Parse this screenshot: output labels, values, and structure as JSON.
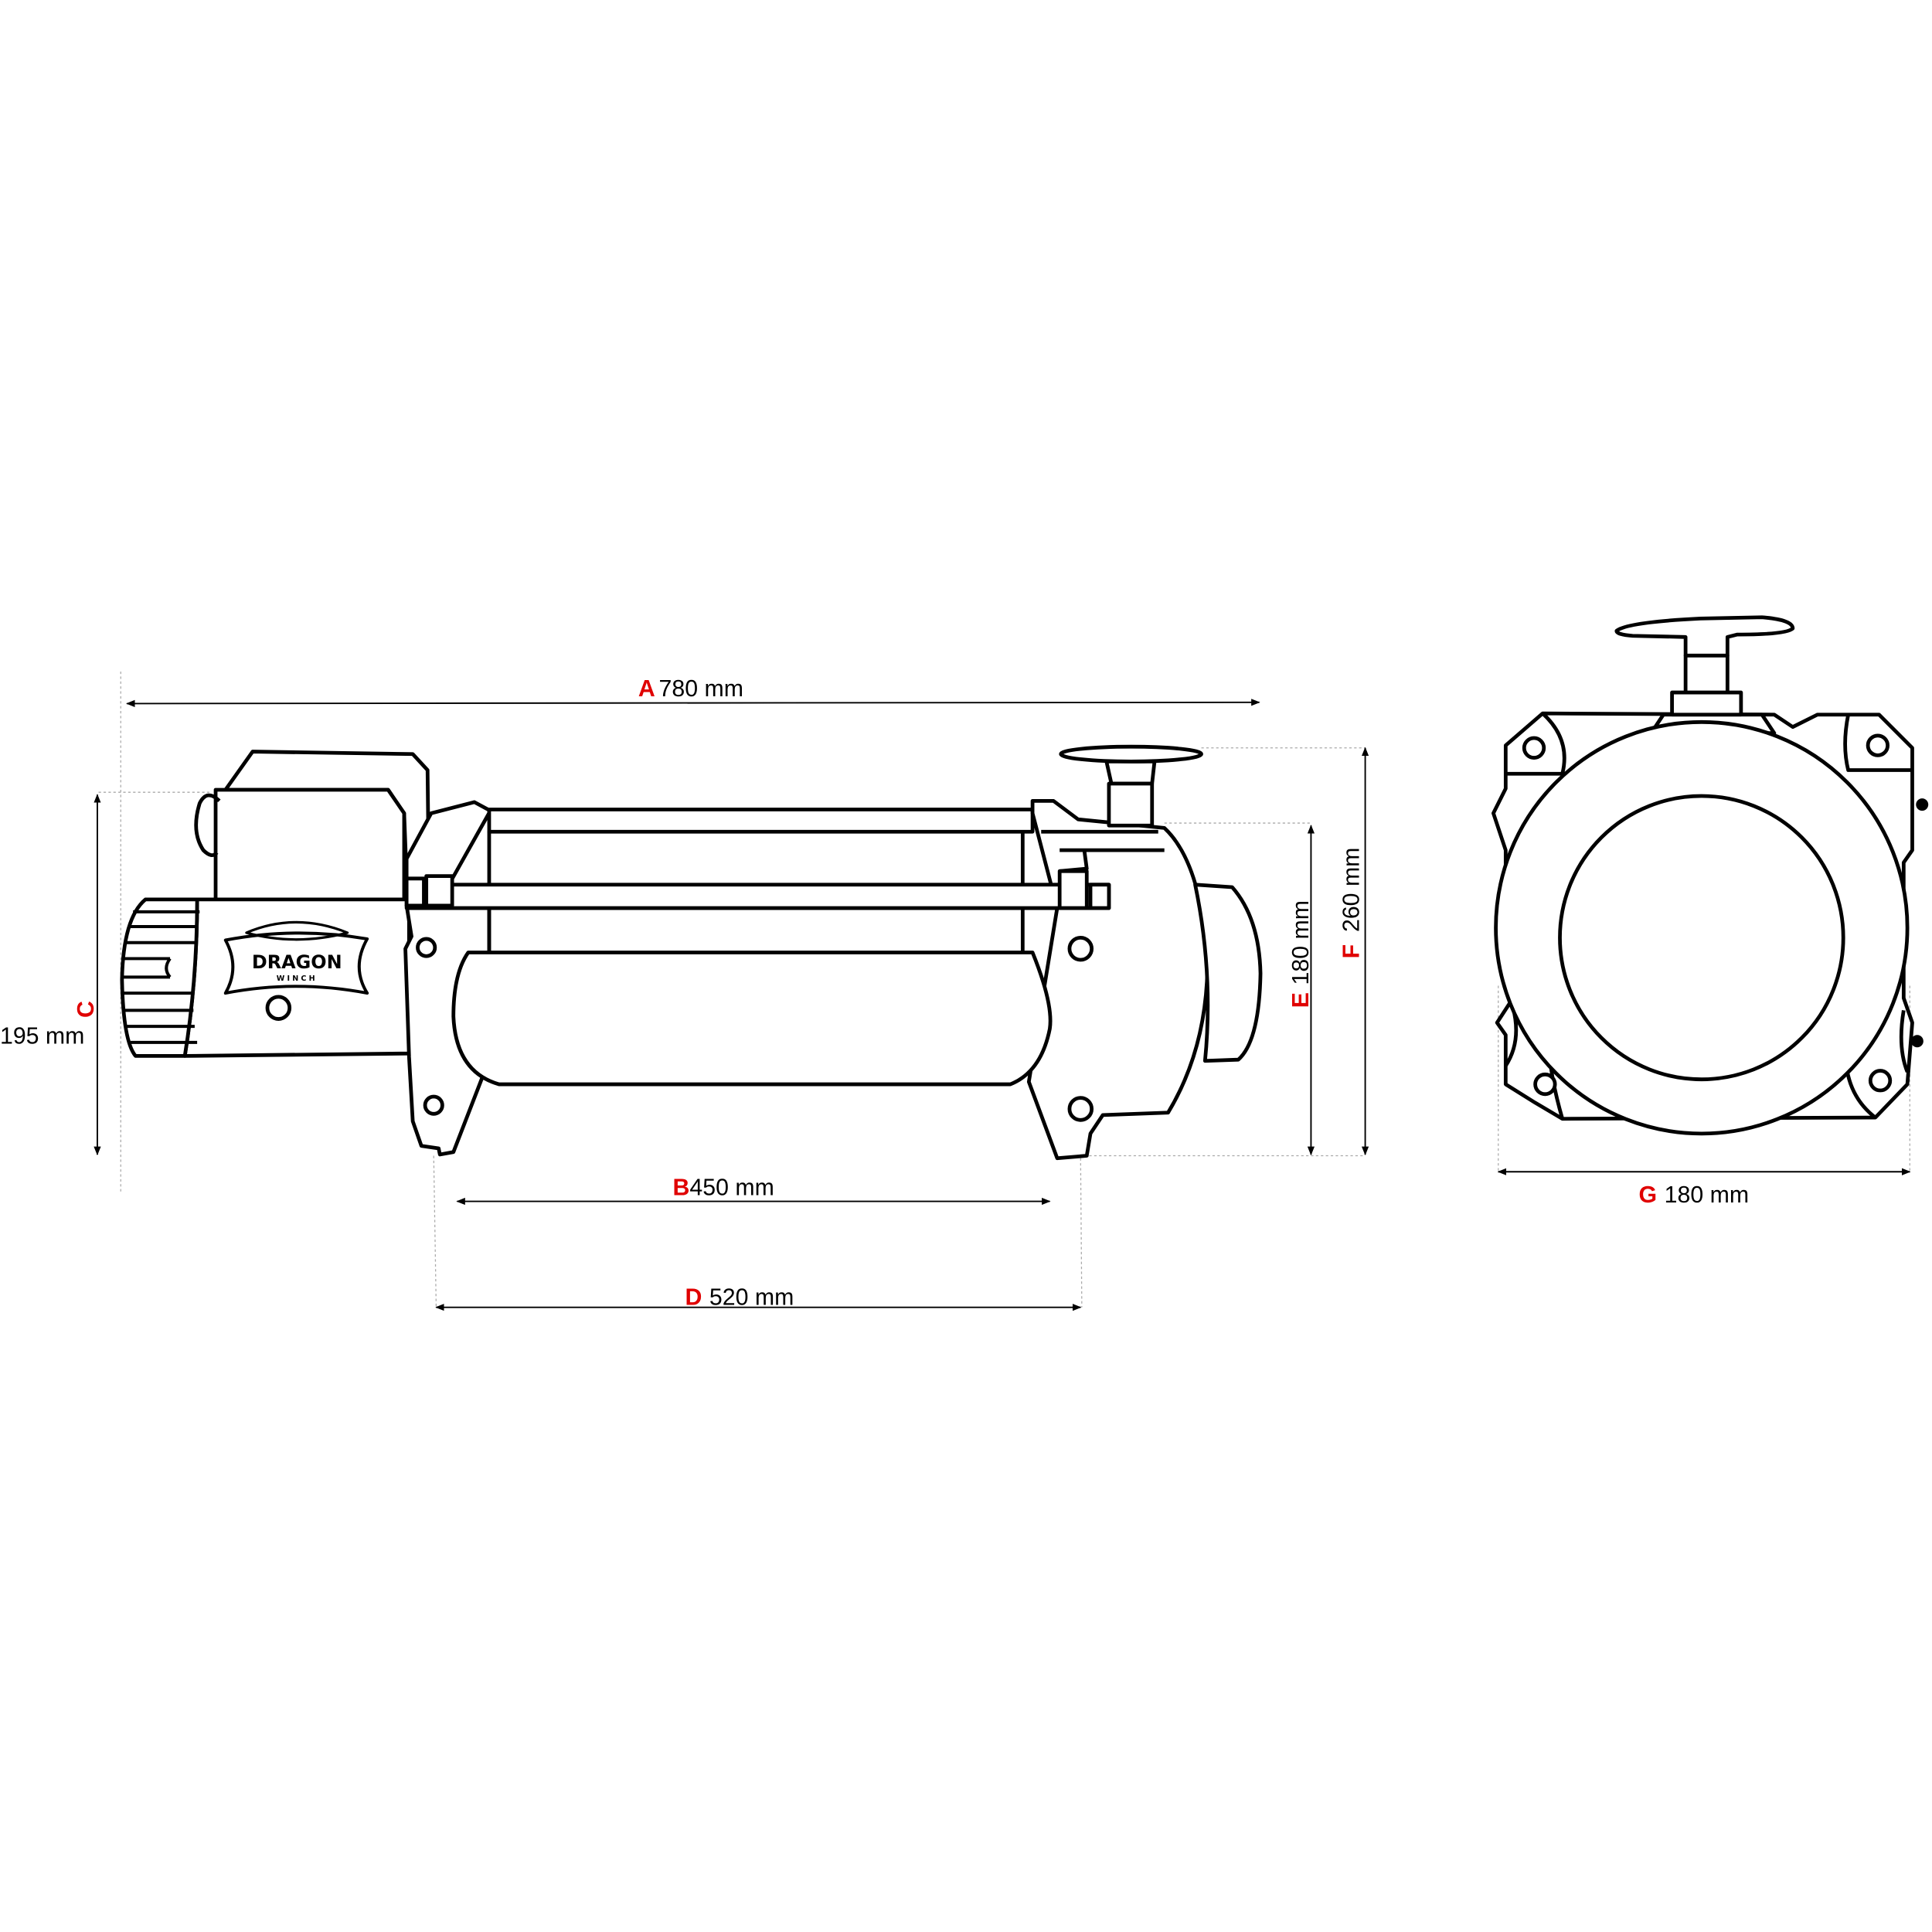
{
  "logo": {
    "brand": "DRAGON",
    "sub": "WINCH"
  },
  "dimensions": {
    "A": {
      "letter": "A",
      "value": "780 mm"
    },
    "B": {
      "letter": "B",
      "value": "450 mm"
    },
    "C": {
      "letter": "C",
      "value": "195 mm"
    },
    "D": {
      "letter": "D",
      "value": "520 mm"
    },
    "E": {
      "letter": "E",
      "value": "180 mm"
    },
    "F": {
      "letter": "F",
      "value": "260 mm"
    },
    "G": {
      "letter": "G",
      "value": "180 mm"
    }
  },
  "colors": {
    "letter": "#e00000",
    "line": "#000000"
  }
}
